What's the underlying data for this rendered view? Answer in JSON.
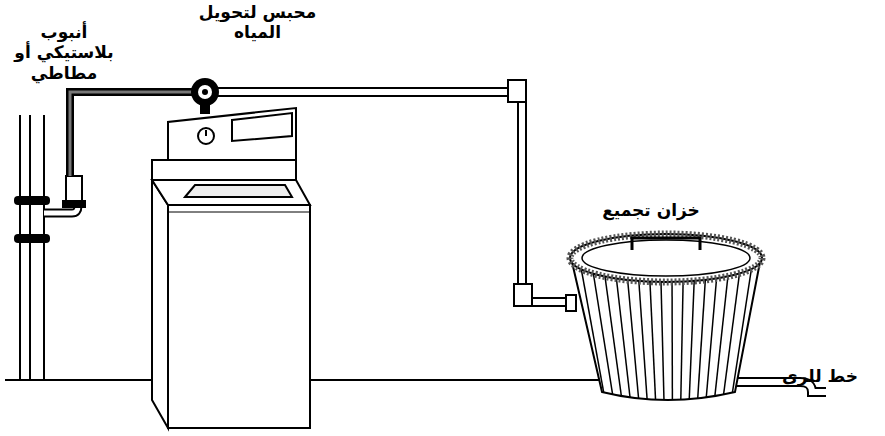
{
  "diagram": {
    "labels": [
      "أنبوب بلاستيكي أو مطاطي",
      "محبس لتحويل المياه",
      "خزان تجميع",
      "خط للري"
    ]
  }
}
